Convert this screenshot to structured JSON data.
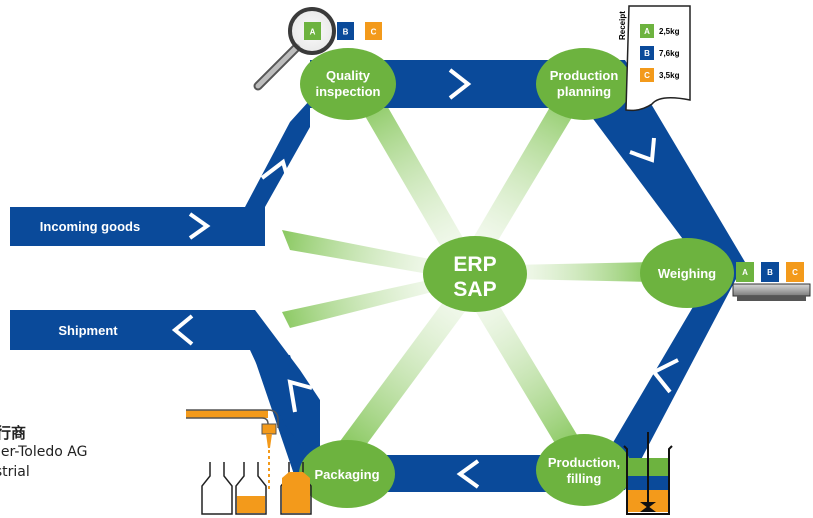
{
  "diagram": {
    "center": {
      "line1": "ERP",
      "line2": "SAP"
    },
    "nodes": {
      "quality": {
        "line1": "Quality",
        "line2": "inspection"
      },
      "production_planning": {
        "line1": "Production",
        "line2": "planning"
      },
      "weighing": {
        "line1": "Weighing"
      },
      "production_filling": {
        "line1": "Production,",
        "line2": "filling"
      },
      "packaging": {
        "line1": "Packaging"
      }
    },
    "flows": {
      "incoming": "Incoming goods",
      "shipment": "Shipment"
    },
    "inspection_tags": [
      "A",
      "B",
      "C"
    ],
    "scale_tags": [
      "A",
      "B",
      "C"
    ],
    "receipt": {
      "title": "Receipt",
      "rows": [
        {
          "tag": "A",
          "value": "2,5kg"
        },
        {
          "tag": "B",
          "value": "7,6kg"
        },
        {
          "tag": "C",
          "value": "3,5kg"
        }
      ]
    },
    "colors": {
      "flow": "#0a4a9a",
      "node": "#6db33f",
      "tag_a": "#6db33f",
      "tag_b": "#0a4a9a",
      "tag_c": "#f39a1b",
      "liquid": "#f39a1b"
    }
  },
  "vendor": {
    "title": "行商",
    "line1": "ttler-Toledo AG",
    "line2": "ustrial"
  }
}
